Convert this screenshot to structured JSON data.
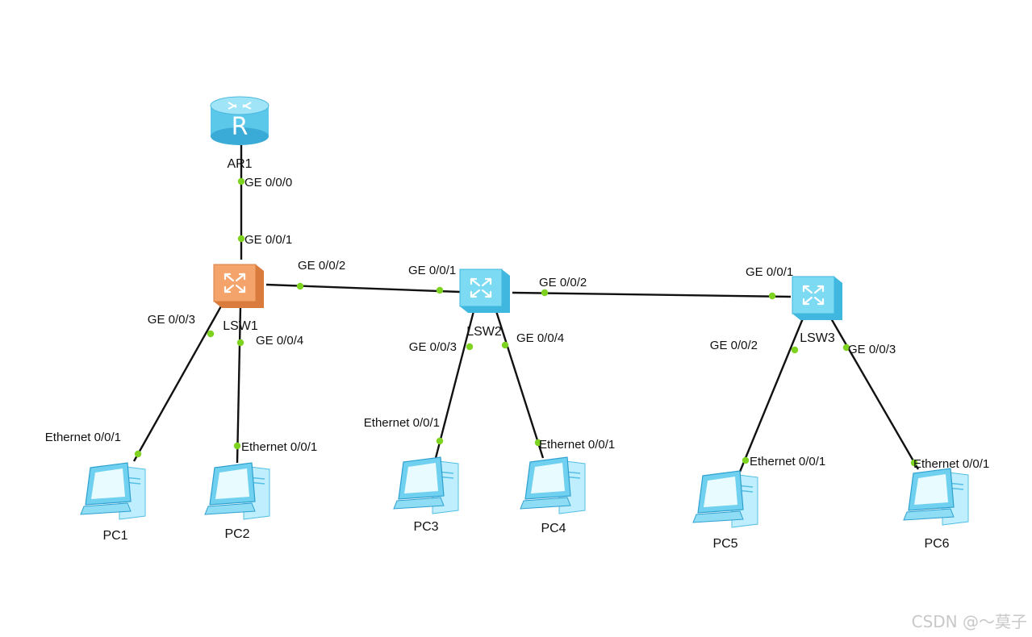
{
  "diagram": {
    "devices": [
      {
        "id": "AR1",
        "label": "AR1",
        "type": "router",
        "icon": "router-icon",
        "color": "#5bc8ea"
      },
      {
        "id": "LSW1",
        "label": "LSW1",
        "type": "switch",
        "icon": "switch-icon",
        "color": "#f4a46a"
      },
      {
        "id": "LSW2",
        "label": "LSW2",
        "type": "switch",
        "icon": "switch-icon",
        "color": "#7cdaf2"
      },
      {
        "id": "LSW3",
        "label": "LSW3",
        "type": "switch",
        "icon": "switch-icon",
        "color": "#7cdaf2"
      },
      {
        "id": "PC1",
        "label": "PC1",
        "type": "pc",
        "icon": "pc-icon",
        "color": "#6fd0f0"
      },
      {
        "id": "PC2",
        "label": "PC2",
        "type": "pc",
        "icon": "pc-icon",
        "color": "#6fd0f0"
      },
      {
        "id": "PC3",
        "label": "PC3",
        "type": "pc",
        "icon": "pc-icon",
        "color": "#6fd0f0"
      },
      {
        "id": "PC4",
        "label": "PC4",
        "type": "pc",
        "icon": "pc-icon",
        "color": "#6fd0f0"
      },
      {
        "id": "PC5",
        "label": "PC5",
        "type": "pc",
        "icon": "pc-icon",
        "color": "#6fd0f0"
      },
      {
        "id": "PC6",
        "label": "PC6",
        "type": "pc",
        "icon": "pc-icon",
        "color": "#6fd0f0"
      }
    ],
    "links": [
      {
        "from": "AR1",
        "from_port": "GE 0/0/0",
        "to": "LSW1",
        "to_port": "GE 0/0/1"
      },
      {
        "from": "LSW1",
        "from_port": "GE 0/0/2",
        "to": "LSW2",
        "to_port": "GE 0/0/1"
      },
      {
        "from": "LSW2",
        "from_port": "GE 0/0/2",
        "to": "LSW3",
        "to_port": "GE 0/0/1"
      },
      {
        "from": "LSW1",
        "from_port": "GE 0/0/3",
        "to": "PC1",
        "to_port": "Ethernet 0/0/1"
      },
      {
        "from": "LSW1",
        "from_port": "GE 0/0/4",
        "to": "PC2",
        "to_port": "Ethernet 0/0/1"
      },
      {
        "from": "LSW2",
        "from_port": "GE 0/0/3",
        "to": "PC3",
        "to_port": "Ethernet 0/0/1"
      },
      {
        "from": "LSW2",
        "from_port": "GE 0/0/4",
        "to": "PC4",
        "to_port": "Ethernet 0/0/1"
      },
      {
        "from": "LSW3",
        "from_port": "GE 0/0/2",
        "to": "PC5",
        "to_port": "Ethernet 0/0/1"
      },
      {
        "from": "LSW3",
        "from_port": "GE 0/0/3",
        "to": "PC6",
        "to_port": "Ethernet 0/0/1"
      }
    ],
    "port_dot_color": "#7ed321",
    "link_color": "#111111"
  },
  "watermark": "CSDN @～莫子"
}
